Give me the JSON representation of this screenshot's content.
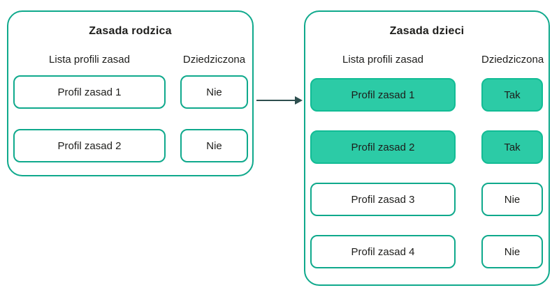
{
  "colors": {
    "teal_border": "#0FA98C",
    "teal_fill": "#2CCBA6",
    "teal_fill_border": "#12BC95",
    "arrow": "#2E4F4F",
    "text": "#1D1D1B"
  },
  "parent_panel": {
    "title": "Zasada rodzica",
    "columns": {
      "profiles": "Lista profili zasad",
      "inherited": "Dziedziczona"
    },
    "rows": [
      {
        "profile": "Profil zasad 1",
        "inherited": "Nie",
        "highlighted": false
      },
      {
        "profile": "Profil zasad 2",
        "inherited": "Nie",
        "highlighted": false
      }
    ]
  },
  "child_panel": {
    "title": "Zasada dzieci",
    "columns": {
      "profiles": "Lista profili zasad",
      "inherited": "Dziedziczona"
    },
    "rows": [
      {
        "profile": "Profil zasad 1",
        "inherited": "Tak",
        "highlighted": true
      },
      {
        "profile": "Profil zasad 2",
        "inherited": "Tak",
        "highlighted": true
      },
      {
        "profile": "Profil zasad 3",
        "inherited": "Nie",
        "highlighted": false
      },
      {
        "profile": "Profil zasad 4",
        "inherited": "Nie",
        "highlighted": false
      }
    ]
  }
}
